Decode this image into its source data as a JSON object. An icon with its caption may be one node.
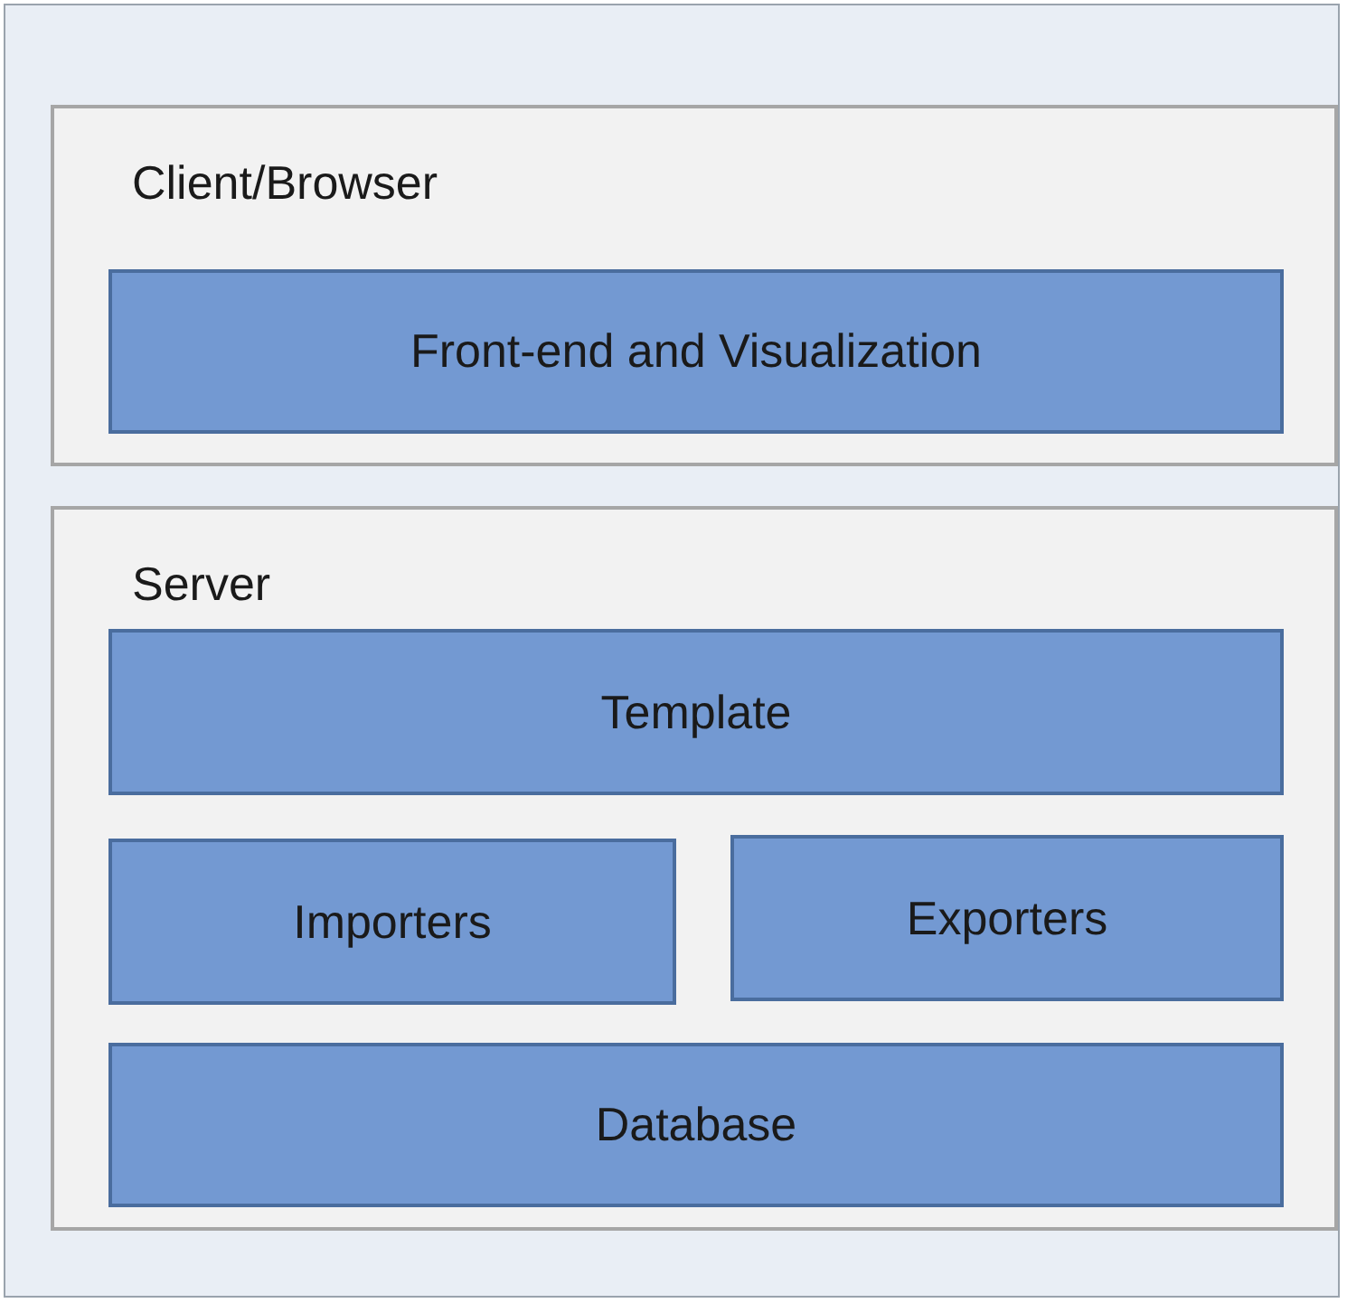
{
  "diagram": {
    "nodes": [
      {
        "text": [],
        "shape": "box"
      },
      {
        "text": [
          "Client/Browser"
        ],
        "in": 0
      },
      {
        "text": [
          "Front-end and Visualization"
        ],
        "in": 1
      },
      {
        "text": [
          "Server"
        ],
        "in": 0
      },
      {
        "text": [
          "Template"
        ],
        "in": 3
      },
      {
        "text": [
          "Importers"
        ],
        "in": 3
      },
      {
        "text": [
          "Exporters"
        ],
        "in": 3
      },
      {
        "text": [
          "Database"
        ],
        "in": 3
      }
    ]
  }
}
